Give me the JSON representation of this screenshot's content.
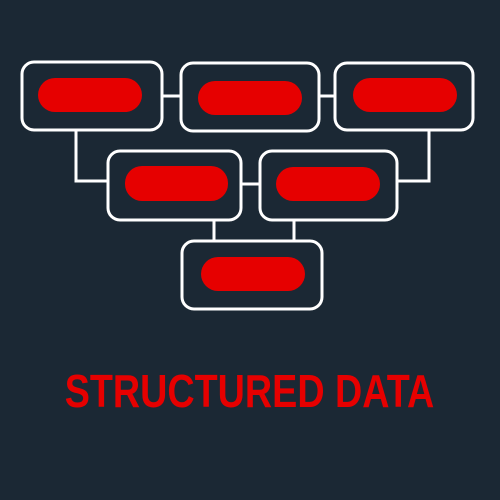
{
  "caption": "STRUCTURED DATA",
  "colors": {
    "background": "#1b2834",
    "accent": "#e60000",
    "outline": "#ffffff"
  },
  "diagram": {
    "kind": "hierarchy",
    "levels": [
      3,
      2,
      1
    ]
  }
}
